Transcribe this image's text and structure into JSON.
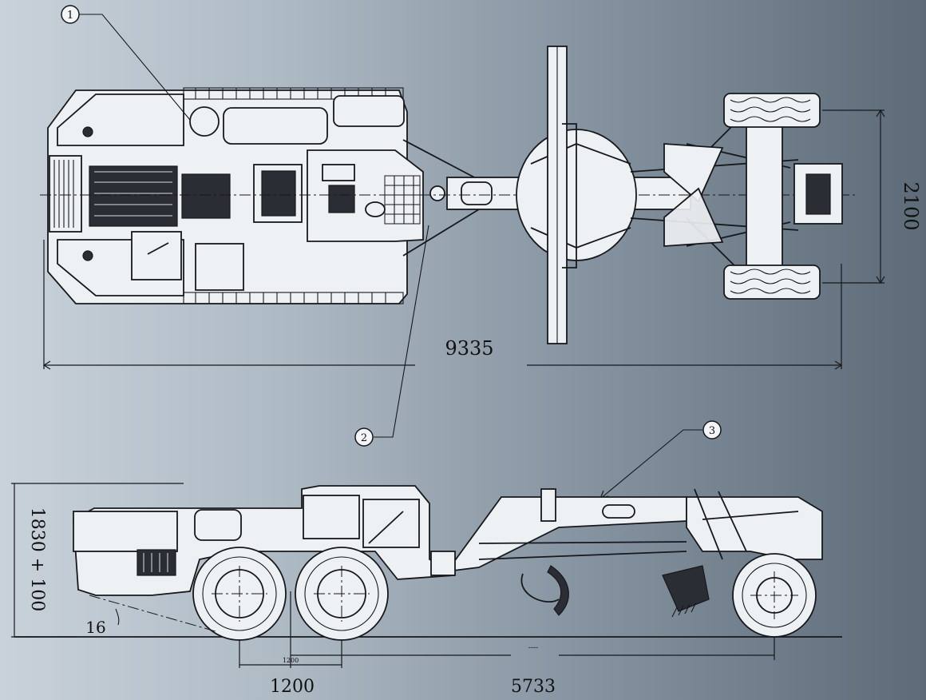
{
  "dimensions": {
    "overall_length": "9335",
    "track_width": "2100",
    "height": "1830 + 100",
    "wheelbase": "1200",
    "wheelbase_small": "1200",
    "rear_span": "5733",
    "rear_span_small": "----",
    "angle": "16"
  },
  "callouts": [
    "1",
    "2",
    "3"
  ],
  "colors": {
    "line": "#17181c",
    "background_light": "#c9d2db",
    "background_dark": "#5d6b78"
  }
}
